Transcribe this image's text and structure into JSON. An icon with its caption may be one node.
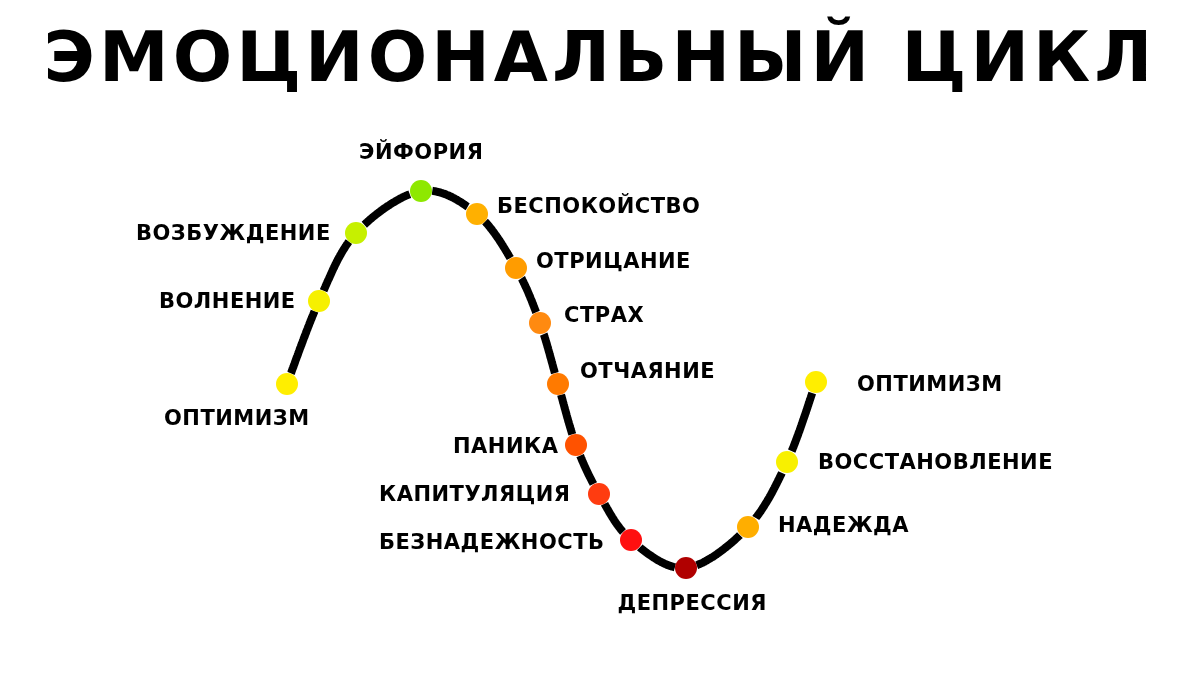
{
  "diagram": {
    "title": "ЭМОЦИОНАЛЬНЫЙ ЦИКЛ",
    "nodes": [
      {
        "text": [
          "ОПТИМИЗМ"
        ]
      },
      {
        "text": [
          "ВОЛНЕНИЕ"
        ]
      },
      {
        "text": [
          "ВОЗБУЖДЕНИЕ"
        ]
      },
      {
        "text": [
          "ЭЙФОРИЯ"
        ]
      },
      {
        "text": [
          "БЕСПОКОЙСТВО"
        ]
      },
      {
        "text": [
          "ОТРИЦАНИЕ"
        ]
      },
      {
        "text": [
          "СТРАХ"
        ]
      },
      {
        "text": [
          "ОТЧАЯНИЕ"
        ]
      },
      {
        "text": [
          "ПАНИКА"
        ]
      },
      {
        "text": [
          "КАПИТУЛЯЦИЯ"
        ]
      },
      {
        "text": [
          "БЕЗНАДЕЖНОСТЬ"
        ]
      },
      {
        "text": [
          "ДЕПРЕССИЯ"
        ]
      },
      {
        "text": [
          "НАДЕЖДА"
        ]
      },
      {
        "text": [
          "ВОССТАНОВЛЕНИЕ"
        ]
      },
      {
        "text": [
          "ОПТИМИЗМ"
        ]
      }
    ],
    "edges": [
      {
        "from": 0,
        "to": 1,
        "arrow": "none"
      },
      {
        "from": 1,
        "to": 2,
        "arrow": "none"
      },
      {
        "from": 2,
        "to": 3,
        "arrow": "none"
      },
      {
        "from": 3,
        "to": 4,
        "arrow": "none"
      },
      {
        "from": 4,
        "to": 5,
        "arrow": "none"
      },
      {
        "from": 5,
        "to": 6,
        "arrow": "none"
      },
      {
        "from": 6,
        "to": 7,
        "arrow": "none"
      },
      {
        "from": 7,
        "to": 8,
        "arrow": "none"
      },
      {
        "from": 8,
        "to": 9,
        "arrow": "none"
      },
      {
        "from": 9,
        "to": 10,
        "arrow": "none"
      },
      {
        "from": 10,
        "to": 11,
        "arrow": "none"
      },
      {
        "from": 11,
        "to": 12,
        "arrow": "none"
      },
      {
        "from": 12,
        "to": 13,
        "arrow": "none"
      },
      {
        "from": 13,
        "to": 14,
        "arrow": "none"
      }
    ]
  }
}
